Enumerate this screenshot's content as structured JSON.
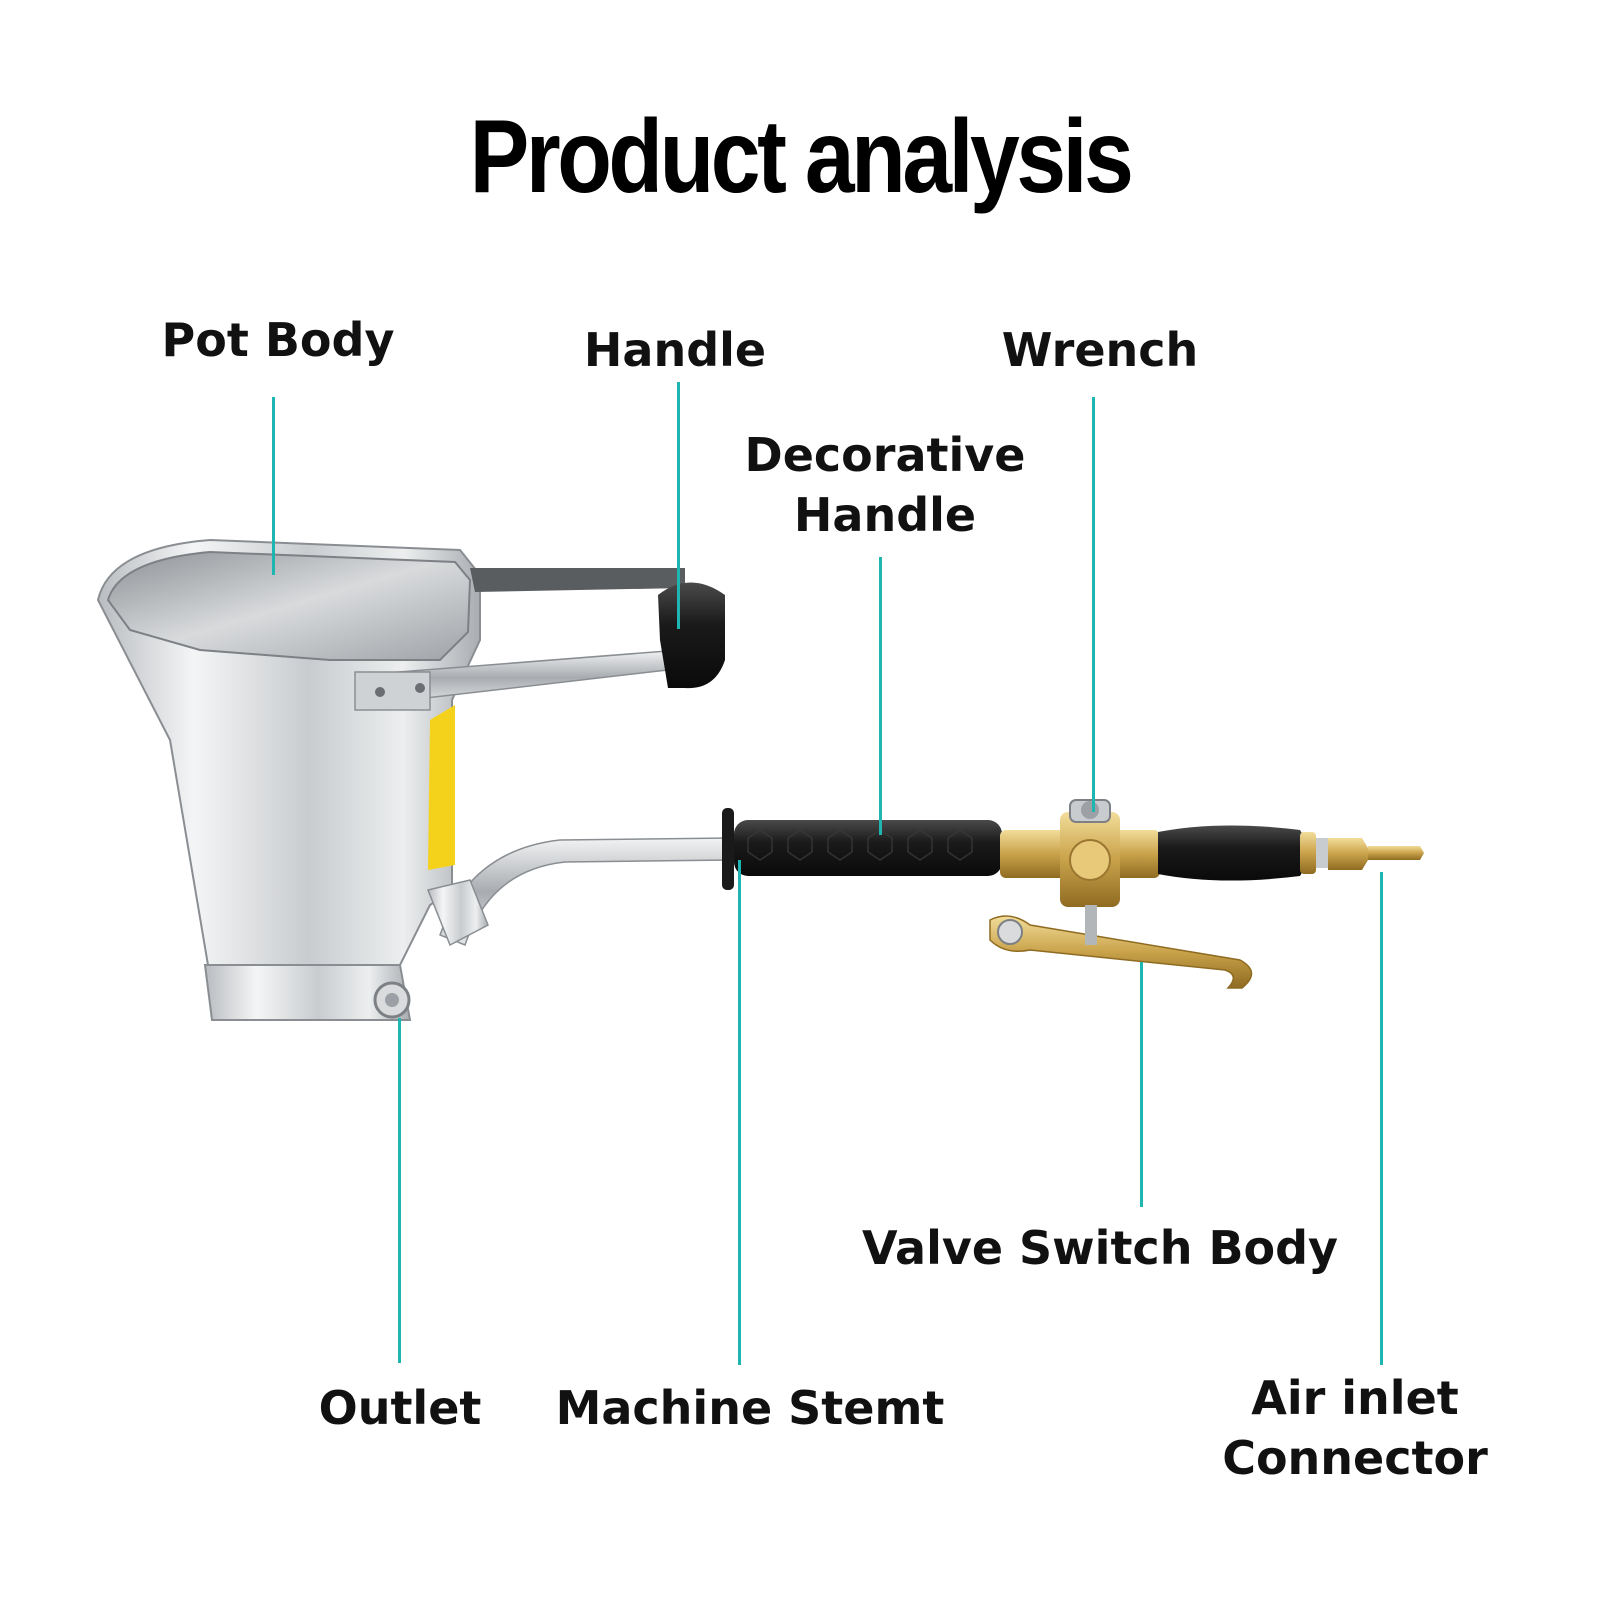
{
  "title": "Product analysis",
  "leader_color": "#1fb5b0",
  "labels": {
    "pot_body": "Pot Body",
    "handle": "Handle",
    "wrench": "Wrench",
    "decorative_handle_1": "Decorative",
    "decorative_handle_2": "Handle",
    "valve_switch_body": "Valve Switch Body",
    "outlet": "Outlet",
    "machine_stemt": "Machine Stemt",
    "air_inlet_1": "Air inlet",
    "air_inlet_2": "Connector"
  }
}
